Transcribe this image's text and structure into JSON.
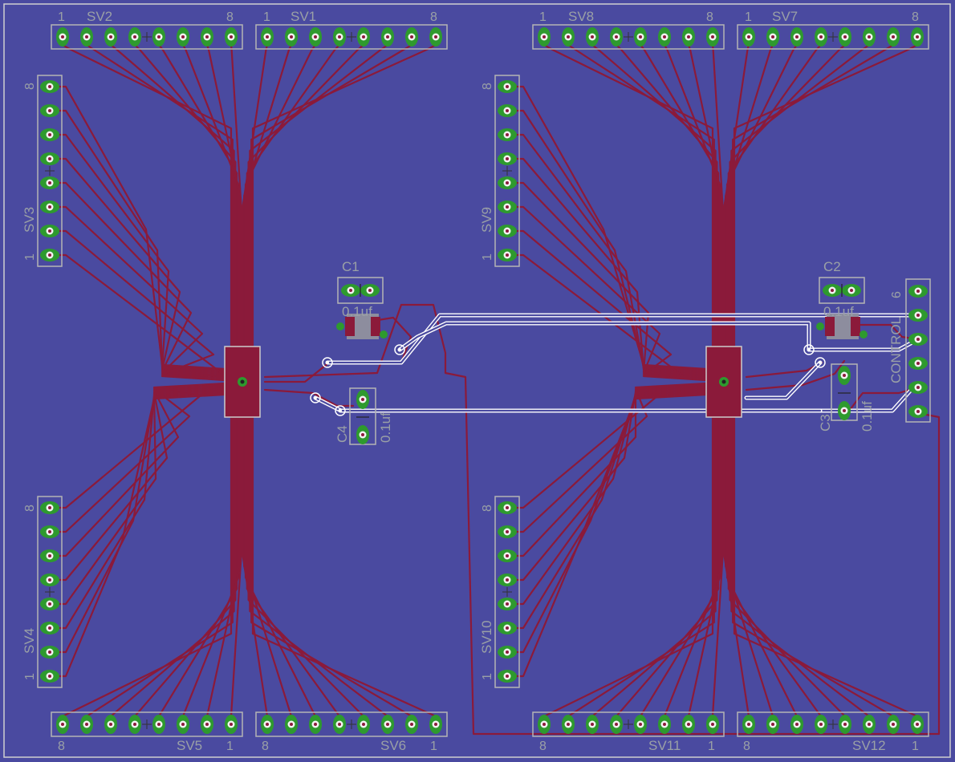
{
  "colors": {
    "background": "#4a4aa0",
    "trace": "#8b1a3a",
    "pad_ring": "#2e9a2e",
    "pad_hole": "#f2f2f2",
    "silkscreen": "#b4b4b4",
    "label": "#9aa0a6",
    "white_trace": "#ffffff",
    "ic_body": "#8b1a3a"
  },
  "headers": [
    {
      "name": "SV2",
      "pin_first": "1",
      "pin_last": "8"
    },
    {
      "name": "SV1",
      "pin_first": "1",
      "pin_last": "8"
    },
    {
      "name": "SV8",
      "pin_first": "1",
      "pin_last": "8"
    },
    {
      "name": "SV7",
      "pin_first": "1",
      "pin_last": "8"
    },
    {
      "name": "SV3",
      "pin_first": "1",
      "pin_last": "8"
    },
    {
      "name": "SV9",
      "pin_first": "1",
      "pin_last": "8"
    },
    {
      "name": "SV4",
      "pin_first": "1",
      "pin_last": "8"
    },
    {
      "name": "SV10",
      "pin_first": "1",
      "pin_last": "8"
    },
    {
      "name": "SV5",
      "pin_first": "1",
      "pin_last": "8"
    },
    {
      "name": "SV6",
      "pin_first": "1",
      "pin_last": "8"
    },
    {
      "name": "SV11",
      "pin_first": "1",
      "pin_last": "8"
    },
    {
      "name": "SV12",
      "pin_first": "1",
      "pin_last": "8"
    }
  ],
  "capacitors": [
    {
      "name": "C1",
      "value": "0.1uf"
    },
    {
      "name": "C2",
      "value": "0.1uf"
    },
    {
      "name": "C3",
      "value": "0.1uf"
    },
    {
      "name": "C4",
      "value": "0.1uf"
    }
  ],
  "control": {
    "name": "CONTROL",
    "pin_label": "6"
  }
}
